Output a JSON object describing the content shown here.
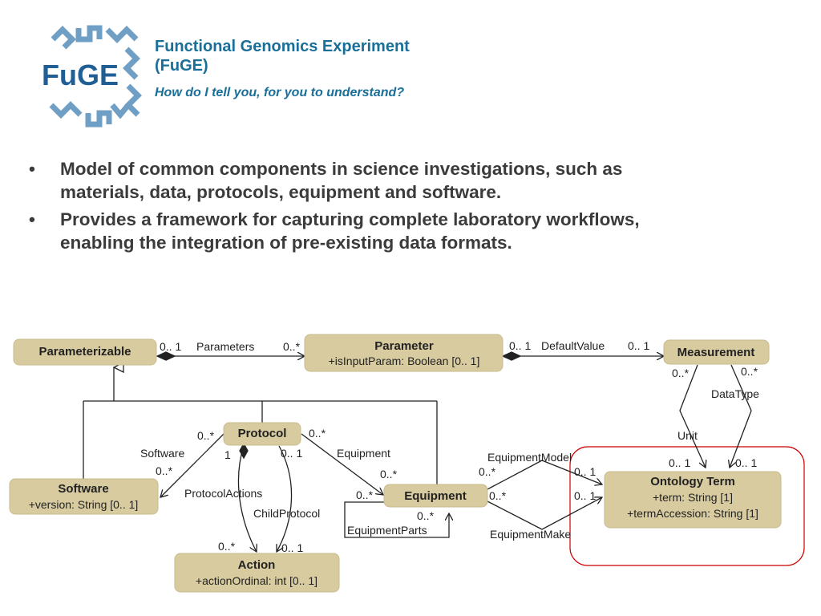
{
  "header": {
    "logo_text": "FuGE",
    "title_line1": "Functional Genomics Experiment",
    "title_line2": "(FuGE)",
    "subtitle": "How do I tell you, for you to understand?"
  },
  "bullets": [
    {
      "symbol": "•",
      "text_line1": "Model of common components in science investigations, such as",
      "text_line2": "materials, data, protocols, equipment and software."
    },
    {
      "symbol": "•",
      "text_line1": "Provides a framework for capturing complete laboratory workflows,",
      "text_line2": "enabling the integration of pre-existing data formats."
    }
  ],
  "diagram": {
    "classes": {
      "parameterizable": {
        "name": "Parameterizable"
      },
      "parameter": {
        "name": "Parameter",
        "attr1": "+isInputParam: Boolean [0.. 1]"
      },
      "measurement": {
        "name": "Measurement"
      },
      "protocol": {
        "name": "Protocol"
      },
      "software": {
        "name": "Software",
        "attr1": "+version: String [0.. 1]"
      },
      "equipment": {
        "name": "Equipment"
      },
      "ontology_term": {
        "name": "Ontology Term",
        "attr1": "+term: String [1]",
        "attr2": "+termAccession: String [1]"
      },
      "action": {
        "name": "Action",
        "attr1": "+actionOrdinal: int [0.. 1]"
      }
    },
    "labels": {
      "mult_param_01": "0.. 1",
      "assoc_parameters": "Parameters",
      "mult_param_0star": "0..*",
      "mult_default_01a": "0.. 1",
      "assoc_defaultvalue": "DefaultValue",
      "mult_default_01b": "0.. 1",
      "mult_meas_unit_0star": "0..*",
      "mult_meas_dt_0star": "0..*",
      "assoc_datatype": "DataType",
      "assoc_unit": "Unit",
      "mult_unit_01": "0.. 1",
      "mult_datatype_01": "0.. 1",
      "mult_prot_sw_0star": "0..*",
      "assoc_software": "Software",
      "mult_sw_0star": "0..*",
      "mult_prot_eq_0star": "0..*",
      "assoc_equipment": "Equipment",
      "mult_eq_0star_top": "0..*",
      "mult_eq_0star_left": "0..*",
      "mult_prot_1": "1",
      "assoc_protocolactions": "ProtocolActions",
      "mult_prot_child_01": "0.. 1",
      "assoc_childprotocol": "ChildProtocol",
      "mult_action_0star": "0..*",
      "mult_action_01": "0.. 1",
      "assoc_equipmentmodel": "EquipmentModel",
      "mult_eqmodel_0star": "0..*",
      "mult_eqmodel_01": "0.. 1",
      "mult_eqmake_0star": "0..*",
      "mult_eqmake_01": "0.. 1",
      "assoc_equipmentmake": "EquipmentMake",
      "mult_eqparts_0star": "0..*",
      "assoc_equipmentparts": "EquipmentParts"
    }
  },
  "colors": {
    "title": "#1a6f99",
    "body_text": "#3b3b3b",
    "class_box": "#d8cba0",
    "highlight": "#cc0000",
    "logo": "#6f9fc5",
    "logo_text": "#1f5f95"
  }
}
